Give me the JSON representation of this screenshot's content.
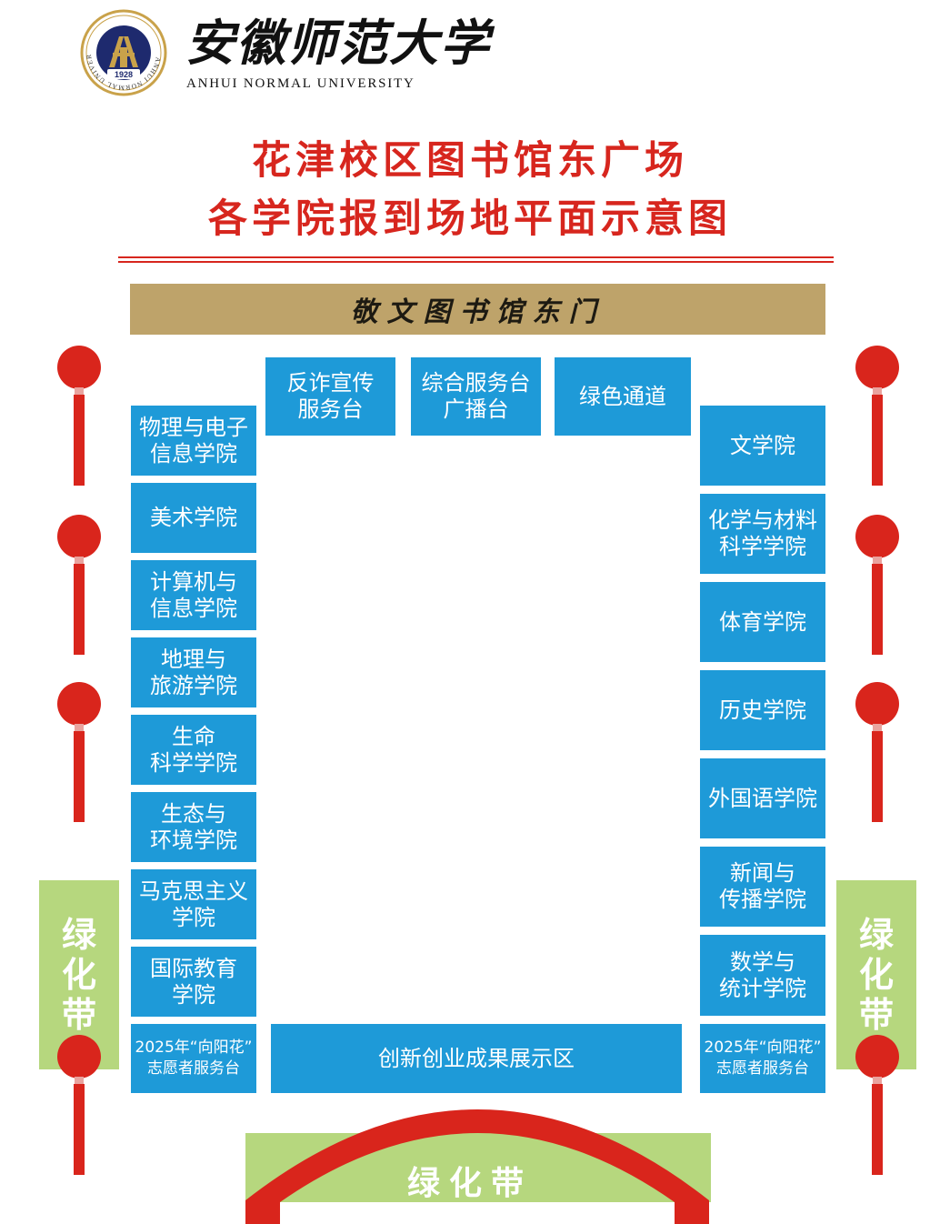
{
  "header": {
    "university_cn": "安徽师范大学",
    "university_en": "ANHUI NORMAL UNIVERSITY",
    "seal_year": "1928",
    "seal_ring_text": "ANHUI NORMAL UNIVERSITY",
    "title_line1": "花津校区图书馆东广场",
    "title_line2": "各学院报到场地平面示意图"
  },
  "gate": {
    "label": "敬文图书馆东门"
  },
  "top_row": [
    {
      "label": "反诈宣传\n服务台"
    },
    {
      "label": "综合服务台\n广播台"
    },
    {
      "label": "绿色通道"
    }
  ],
  "left_column": [
    {
      "label": "物理与电子\n信息学院"
    },
    {
      "label": "美术学院"
    },
    {
      "label": "计算机与\n信息学院"
    },
    {
      "label": "地理与\n旅游学院"
    },
    {
      "label": "生命\n科学学院"
    },
    {
      "label": "生态与\n环境学院"
    },
    {
      "label": "马克思主义\n学院"
    },
    {
      "label": "国际教育\n学院"
    },
    {
      "label": "2025年“向阳花”\n志愿者服务台"
    }
  ],
  "right_column": [
    {
      "label": "文学院"
    },
    {
      "label": "化学与材料\n科学学院"
    },
    {
      "label": "体育学院"
    },
    {
      "label": "历史学院"
    },
    {
      "label": "外国语学院"
    },
    {
      "label": "新闻与\n传播学院"
    },
    {
      "label": "数学与\n统计学院"
    },
    {
      "label": "2025年“向阳花”\n志愿者服务台"
    }
  ],
  "bottom_area": {
    "label": "创新创业成果展示区"
  },
  "green_belts": {
    "left": "绿化带",
    "right": "绿化带",
    "bottom": "绿化带"
  },
  "colors": {
    "booth_blue": "#1e9ad8",
    "title_red": "#d7261e",
    "gate_gold": "#bea36a",
    "belt_green": "#b6d77e",
    "lantern_red": "#d9251c",
    "seal_navy": "#1e2a6e",
    "seal_gold": "#c9a24a"
  }
}
